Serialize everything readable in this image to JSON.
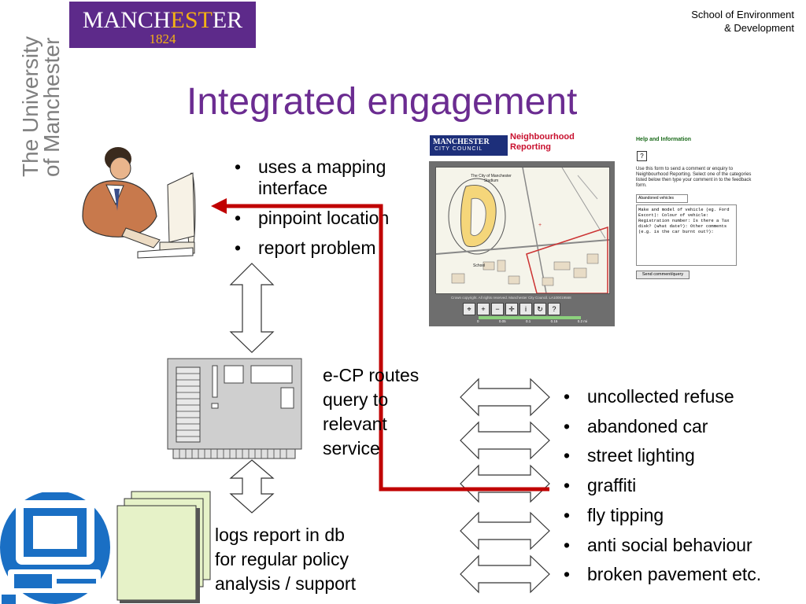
{
  "logo": {
    "name_pre": "MANCH",
    "name_accent": "EST",
    "name_post": "ER",
    "year": "1824"
  },
  "wordmark": {
    "line1": "The University",
    "line2": "of Manchester"
  },
  "school": {
    "line1": "School of Environment",
    "line2": "& Development"
  },
  "title": "Integrated engagement",
  "citizen_bullets": [
    "uses a mapping interface",
    "pinpoint location",
    "report problem"
  ],
  "ecp_text": [
    "e-CP routes",
    "query to",
    "relevant",
    "service"
  ],
  "db_text": [
    "logs report in db",
    "for regular policy",
    "analysis / support"
  ],
  "service_bullets": [
    "uncollected refuse",
    "abandoned car",
    "street lighting",
    "graffiti",
    "fly tipping",
    "anti social behaviour",
    "broken pavement etc."
  ],
  "map_screenshot": {
    "council_line1": "MANCHESTER",
    "council_line2": "CITY COUNCIL",
    "heading_line1": "Neighbourhood",
    "heading_line2": "Reporting",
    "map_label_stadium": "The City of Manchester Stadium",
    "map_label_school": "School",
    "copyright": "Crown copyright. All rights reserved. Manchester City Council. LA100019568",
    "scale_labels": [
      "0",
      "0.05",
      "0.1",
      "0.15",
      "0.2 mi"
    ],
    "help_title": "Help and Information",
    "help_text": "Use this form to send a comment or enquiry to Neighbourhood Reporting. Select one of the categories listed below then type your comment in to the feedback form.",
    "category_value": "Abandoned vehicles",
    "form_text": "Make and model of vehicle (eg. Ford Escort): Colour of vehicle: Registration number: Is there a Tax disk? (what date?): Other comments (e.g. is the car burnt out?):",
    "send_button": "Send comment/query"
  },
  "colors": {
    "title": "#6b2c91",
    "logo_bg": "#5d2a8a",
    "logo_accent": "#f3b214",
    "route_line": "#c00000",
    "computer_blue": "#1a6fc4"
  }
}
